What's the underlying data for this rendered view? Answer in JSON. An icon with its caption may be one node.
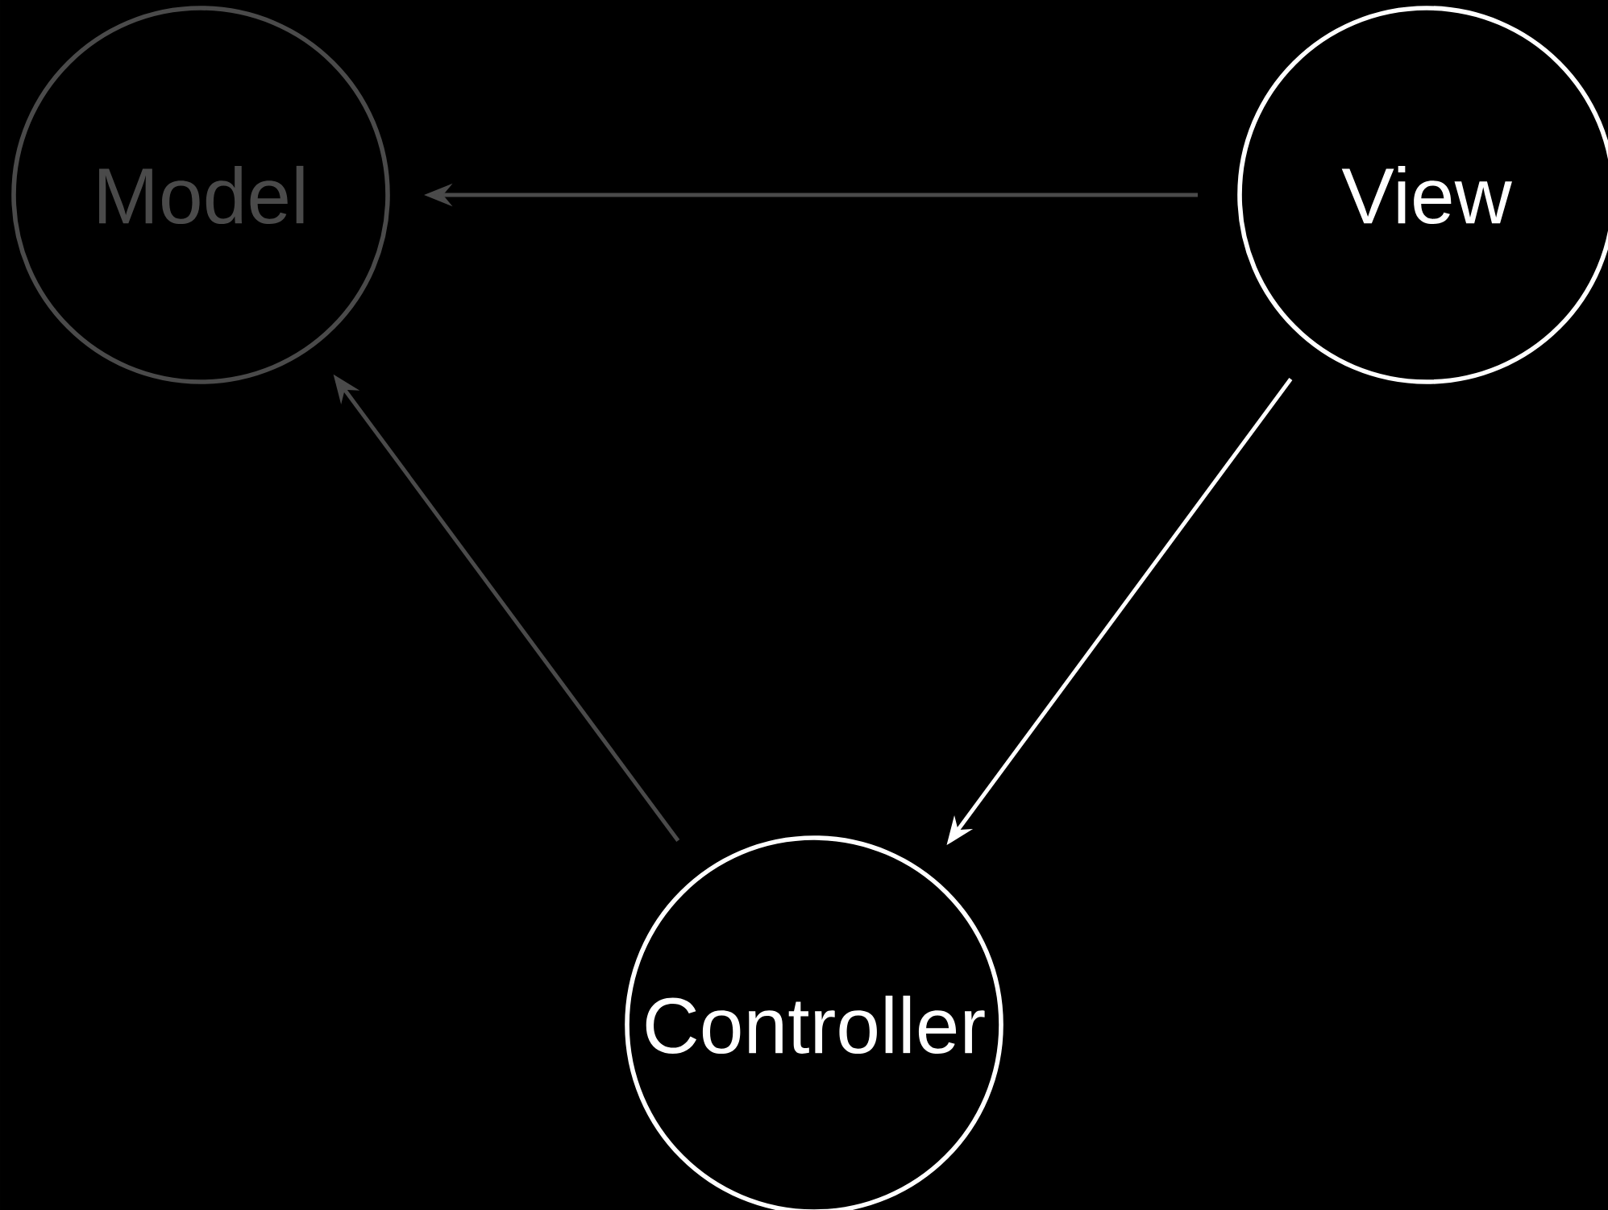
{
  "diagram": {
    "nodes": [
      {
        "text": [
          "Model"
        ]
      },
      {
        "text": [
          "View"
        ]
      },
      {
        "text": [
          "Controller"
        ]
      }
    ],
    "edges": [
      {
        "from": 1,
        "to": 0,
        "arrow": "to"
      },
      {
        "from": 1,
        "to": 2,
        "arrow": "to",
        "color": "#ffffff"
      },
      {
        "from": 2,
        "to": 0,
        "arrow": "to"
      }
    ]
  }
}
